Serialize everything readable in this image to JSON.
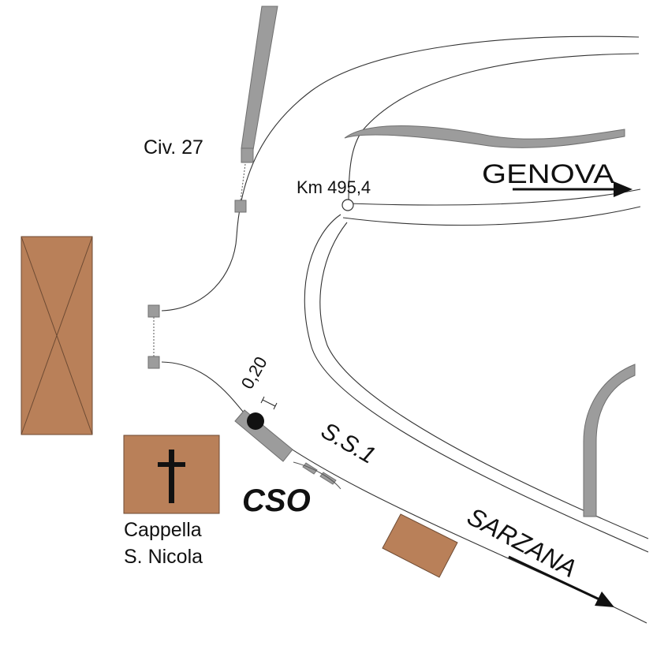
{
  "labels": {
    "civ": "Civ. 27",
    "km": "Km 495,4",
    "destination_north": "GENOVA",
    "destination_south": "SARZANA",
    "road": "S.S.1",
    "site_code": "CSO",
    "distance": "0,20",
    "chapel_line1": "Cappella",
    "chapel_line2": "S. Nicola"
  },
  "icons": {
    "chapel": "cross-icon",
    "direction": "arrow-icon",
    "milestone": "circle-marker-icon",
    "site": "filled-dot-icon"
  },
  "colors": {
    "building": "#b98059",
    "building_stroke": "#6d4a33",
    "road_edge": "#333333",
    "gray_feature": "#9c9c9c",
    "gray_stroke": "#6f6f6f",
    "text": "#111111",
    "marker": "#111111"
  }
}
